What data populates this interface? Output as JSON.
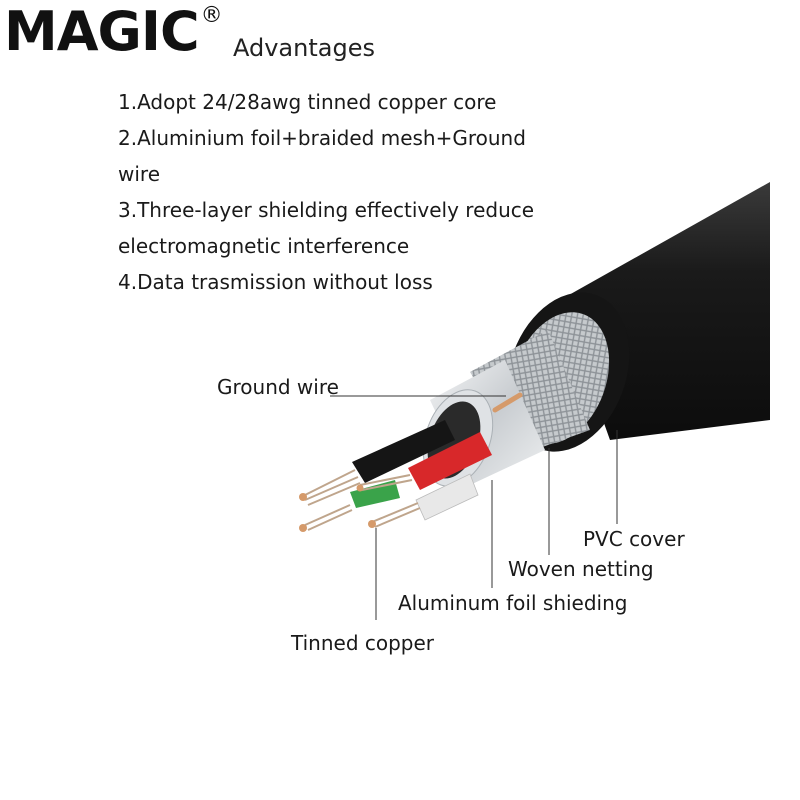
{
  "brand": {
    "logo_text": "MAGIC",
    "registered_mark": "®"
  },
  "title": "Advantages",
  "advantages": [
    "1.Adopt 24/28awg tinned copper core",
    "2.Aluminium foil+braided mesh+Ground wire",
    "3.Three-layer shielding effectively reduce electromagnetic interference",
    "4.Data trasmission without loss"
  ],
  "callouts": {
    "ground_wire": "Ground wire",
    "pvc_cover": "PVC cover",
    "woven_netting": "Woven netting",
    "foil": "Aluminum foil shieding",
    "tinned_copper": "Tinned copper"
  },
  "colors": {
    "jacket": "#1c1c1c",
    "braid": "#bfc3c7",
    "foil": "#d9dcdf",
    "red_wire": "#d8282a",
    "black_wire": "#151515",
    "white_wire": "#e8e8e8",
    "green_wire": "#3aa34a",
    "copper": "#d59a6a"
  }
}
